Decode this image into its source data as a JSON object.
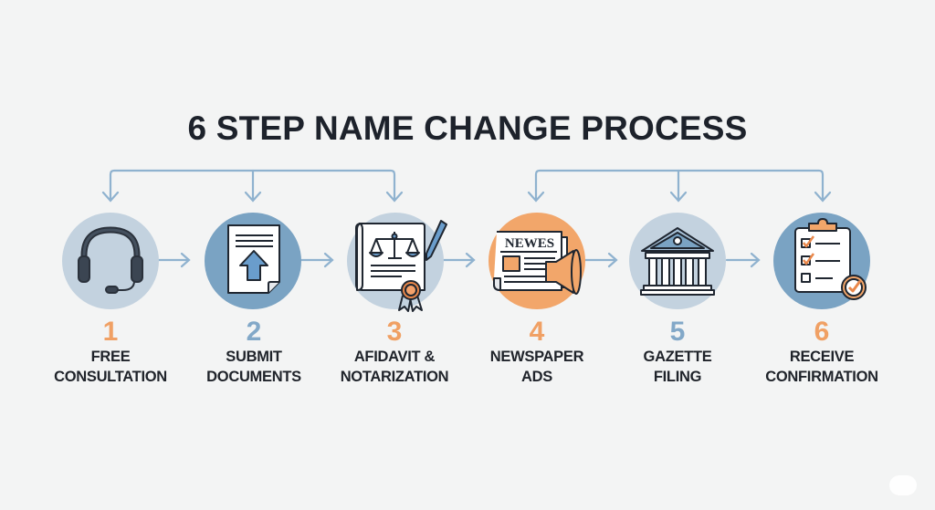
{
  "title": "6 STEP NAME CHANGE PROCESS",
  "colors": {
    "background": "#f3f4f4",
    "title": "#1d222b",
    "orange": "#f0a064",
    "blue_number": "#82a8c8",
    "connector": "#8fb2cf",
    "circle_light": "#c3d2df",
    "circle_mid": "#7aa3c3",
    "circle_orange": "#f2a66a"
  },
  "steps": [
    {
      "number": "1",
      "line1": "FREE",
      "line2": "CONSULTATION",
      "icon": "headset-icon",
      "number_color": "#f0a064"
    },
    {
      "number": "2",
      "line1": "SUBMIT",
      "line2": "DOCUMENTS",
      "icon": "document-upload-icon",
      "number_color": "#82a8c8"
    },
    {
      "number": "3",
      "line1": "AFIDAVIT &",
      "line2": "NOTARIZATION",
      "icon": "legal-document-scales-icon",
      "number_color": "#f0a064"
    },
    {
      "number": "4",
      "line1": "NEWSPAPER",
      "line2": "ADS",
      "icon": "newspaper-megaphone-icon",
      "number_color": "#f0a064"
    },
    {
      "number": "5",
      "line1": "GAZETTE",
      "line2": "FILING",
      "icon": "government-building-icon",
      "number_color": "#82a8c8"
    },
    {
      "number": "6",
      "line1": "RECEIVE",
      "line2": "CONFIRMATION",
      "icon": "checklist-clipboard-icon",
      "number_color": "#f0a064"
    }
  ],
  "newspaper_headline": "NEWES"
}
